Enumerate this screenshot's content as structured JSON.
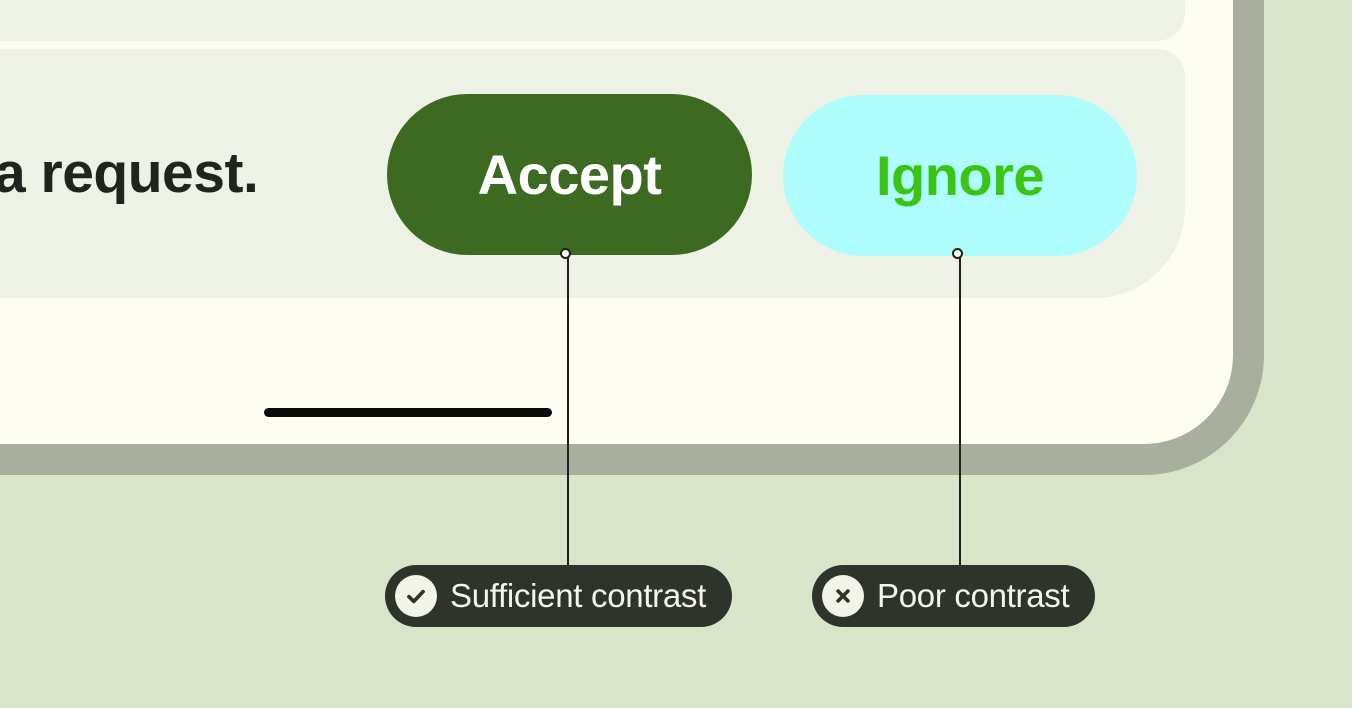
{
  "figure": {
    "background_color": "#d9e5c9",
    "device": {
      "frame_color": "#a8af9c",
      "screen_color": "#fdfdf2",
      "panel_color": "#edf1e6"
    },
    "message": {
      "text": "a request."
    },
    "actions": [
      {
        "label": "Accept",
        "background": "#3b6a20",
        "text_color": "#ffffff"
      },
      {
        "label": "Ignore",
        "background": "#adfdfd",
        "text_color": "#3bc414"
      }
    ],
    "text_placeholder_color": "#0a0a0a",
    "callouts": [
      {
        "icon": "check-circle",
        "label": "Sufficient contrast"
      },
      {
        "icon": "x-circle",
        "label": "Poor contrast"
      }
    ],
    "callout_style": {
      "background": "#2f342b",
      "text_color": "#f4f5eb"
    }
  }
}
